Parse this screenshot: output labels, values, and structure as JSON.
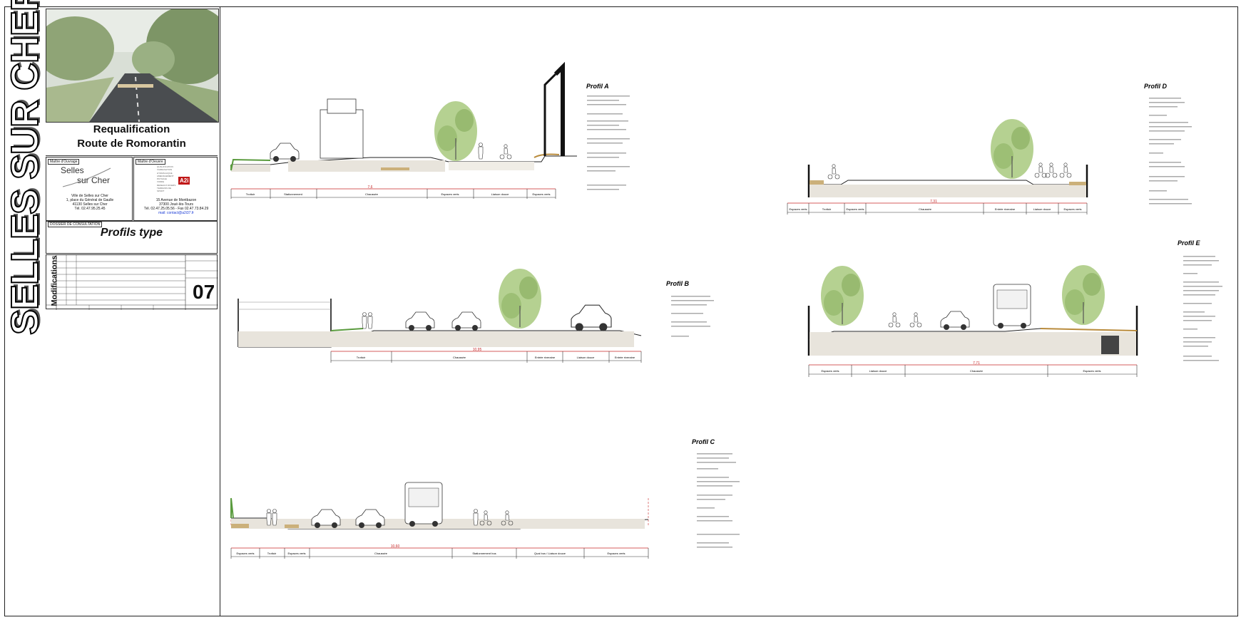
{
  "cartouche": {
    "vertical_title": "SELLES SUR CHER",
    "project_title_line1": "Requalification",
    "project_title_line2": "Route de Romorantin",
    "maitre_ouvrage_label": "Maître d'Ouvrage",
    "maitre_oeuvre_label": "Maître d'Oeuvre",
    "client_logo_text1": "Selles",
    "client_logo_text2": "sur Cher",
    "client_address": [
      "Ville de Selles sur Cher",
      "1, place du Général de Gaulle",
      "41130 Selles sur Cher",
      "Tél. 02.47.95.25.45"
    ],
    "moe_logo": "A2i",
    "moe_services": [
      "QUALIFICATION",
      "VIABILISATION",
      "HYDRAULIQUE",
      "AMENAGEMENT",
      "PAYSAGE",
      "VOIRIE",
      "RESEAUX DIVERS",
      "TERRAINS DE SPORT"
    ],
    "moe_address": [
      "15 Avenue de Montbazon",
      "37300 Joué-lès-Tours",
      "Tél. 02.47.25.05.56 - Fax 02.47.73.84.29",
      "mail: contact@a2i37.fr"
    ],
    "phase_label": "DOSSIER DE CONSULTATION",
    "drawing_title": "Profils type",
    "modifications_label": "Modifications",
    "sheet_number": "07",
    "colors": {
      "outline": "#222222",
      "logo_red": "#c01818"
    }
  },
  "profiles": [
    {
      "id": "A",
      "title": "Profil A",
      "total": "7,6",
      "segments": [
        "Trottoir",
        "Stationnement",
        "Chaussée",
        "Espaces verts",
        "Liaison douce",
        "Espaces verts"
      ]
    },
    {
      "id": "B",
      "title": "Profil B",
      "total": "10,95",
      "segments": [
        "Trottoir",
        "Chaussée",
        "Entrée riveraine",
        "Liaison douce",
        "Entrée riveraine"
      ]
    },
    {
      "id": "C",
      "title": "Profil C",
      "total": "10,60",
      "segments": [
        "Espaces verts",
        "Trottoir",
        "Espaces verts",
        "Chaussée",
        "Stationnement bus",
        "Quai bus / Liaison douce",
        "Espaces verts"
      ]
    },
    {
      "id": "D",
      "title": "Profil D",
      "total": "7,31",
      "segments": [
        "Espaces verts",
        "Trottoir",
        "Espaces verts",
        "Chaussée",
        "Entrée riveraine",
        "Liaison douce",
        "Espaces verts"
      ]
    },
    {
      "id": "E",
      "title": "Profil E",
      "total": "7,71",
      "segments": [
        "Espaces verts",
        "Liaison douce",
        "Chaussée",
        "Espaces verts"
      ]
    }
  ]
}
